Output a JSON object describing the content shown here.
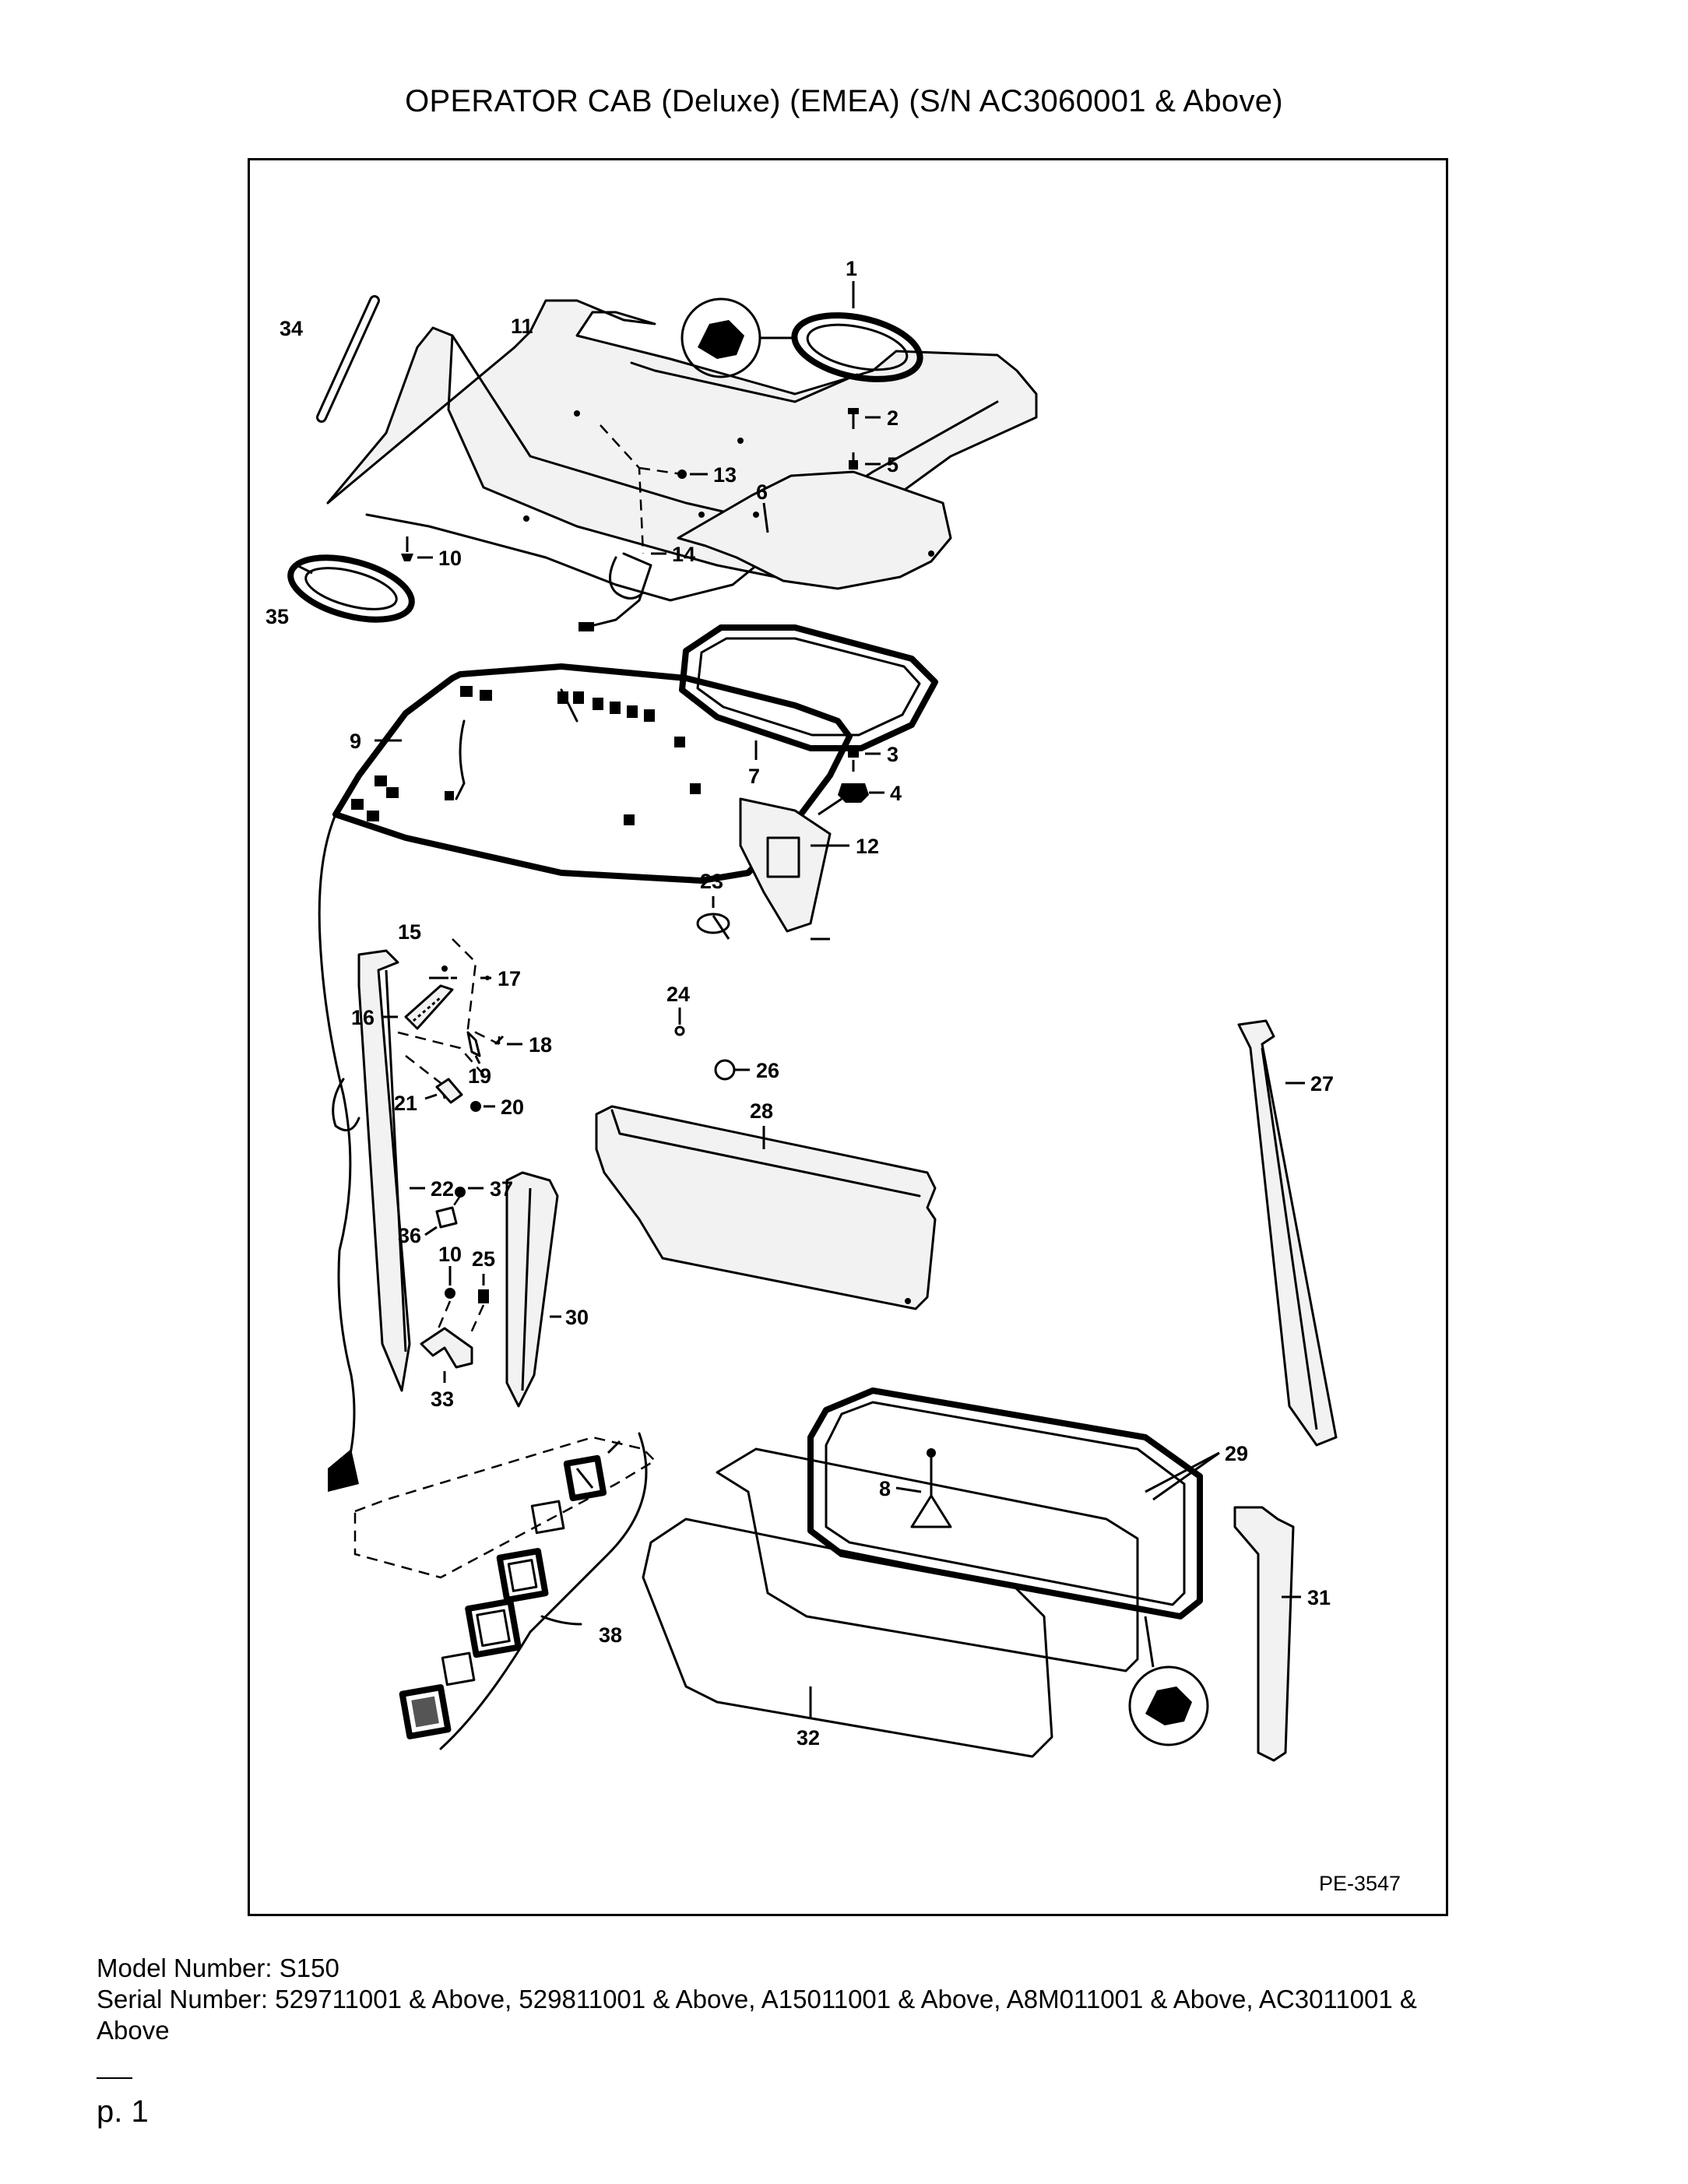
{
  "title": "OPERATOR CAB (Deluxe) (EMEA) (S/N AC3060001 & Above)",
  "diagram": {
    "figure_ref": "PE-3547",
    "callouts": [
      "1",
      "2",
      "3",
      "4",
      "5",
      "6",
      "7",
      "8",
      "9",
      "10",
      "10",
      "11",
      "12",
      "13",
      "14",
      "15",
      "16",
      "17",
      "18",
      "19",
      "20",
      "21",
      "22",
      "23",
      "24",
      "25",
      "26",
      "27",
      "28",
      "29",
      "30",
      "31",
      "32",
      "33",
      "34",
      "35",
      "36",
      "37",
      "38"
    ]
  },
  "model": {
    "label": "Model Number: S150"
  },
  "serial": {
    "line1": "Serial Number: 529711001 & Above, 529811001 & Above, A15011001 & Above, A8M011001 & Above, AC3011001 &",
    "line2": "Above"
  },
  "page": {
    "number": "p. 1"
  }
}
